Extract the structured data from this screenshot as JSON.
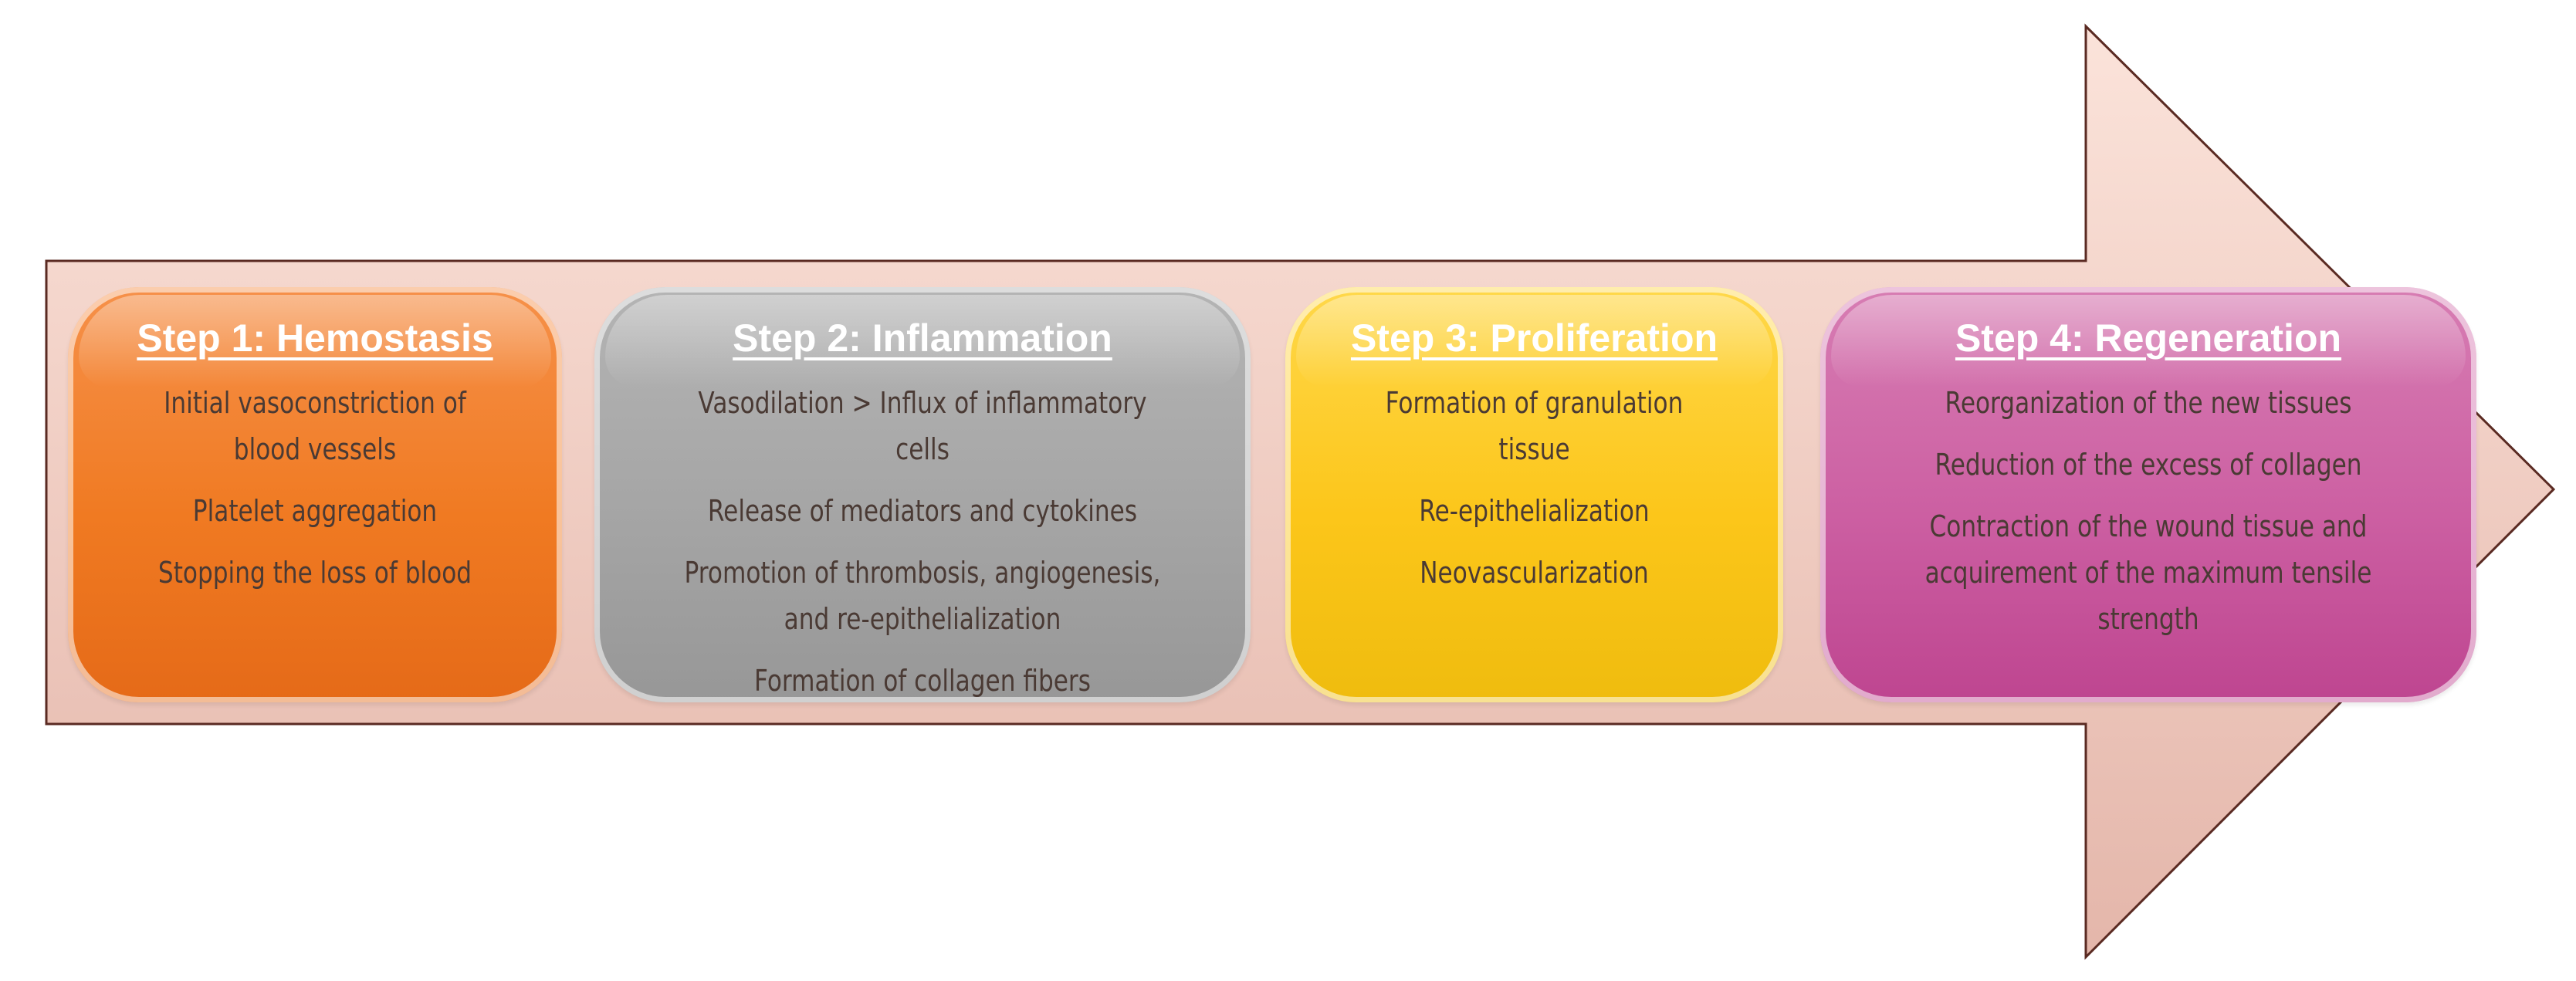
{
  "colors": {
    "arrow_fill_top": "#fcded4",
    "arrow_fill_bottom": "#e6b7ab",
    "arrow_stroke": "#5a2a22",
    "step1": "#f07a22",
    "step2": "#a5a5a5",
    "step3": "#fcc61a",
    "step4": "#cc5fa2",
    "title_text": "#ffffff",
    "body_text": "#4a3a34"
  },
  "steps": [
    {
      "title": "Step 1: Hemostasis",
      "items": [
        "Initial vasoconstriction of\nblood vessels",
        "Platelet aggregation",
        "Stopping the loss of blood"
      ]
    },
    {
      "title": "Step 2:  Inflammation",
      "items": [
        "Vasodilation > Influx of inflammatory cells",
        "Release of mediators and cytokines",
        "Promotion of thrombosis, angiogenesis,\nand re-epithelialization",
        "Formation of collagen fibers"
      ]
    },
    {
      "title": "Step 3: Proliferation",
      "items": [
        "Formation of granulation tissue",
        "Re-epithelialization",
        "Neovascularization"
      ]
    },
    {
      "title": "Step 4: Regeneration",
      "items": [
        "Reorganization of the new tissues",
        "Reduction of the excess of collagen",
        "Contraction of the wound tissue and\nacquirement of the maximum tensile\nstrength"
      ]
    }
  ]
}
